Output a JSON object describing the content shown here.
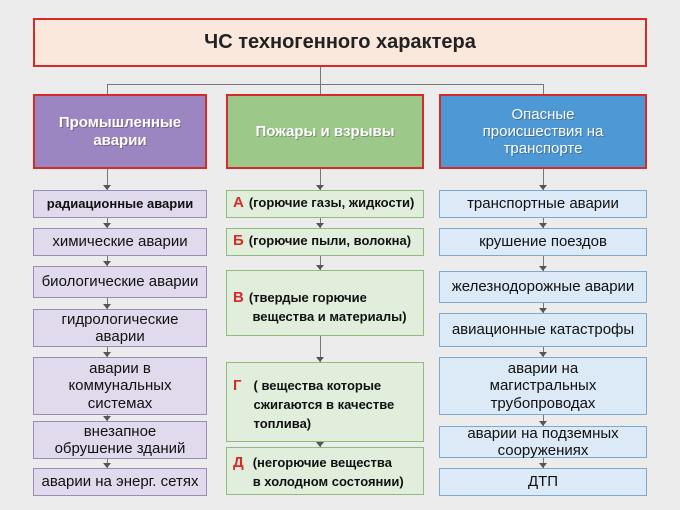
{
  "title": "ЧС техногенного характера",
  "columns": [
    {
      "heading": "Промышленные аварии",
      "items": [
        "радиационные аварии",
        "химические аварии",
        "биологические аварии",
        "гидрологические аварии",
        "аварии в коммунальных системах",
        "внезапное обрушение зданий",
        "аварии на энерг. сетях"
      ]
    },
    {
      "heading": "Пожары и взрывы",
      "items": [
        {
          "letter": "А",
          "text": "(горючие газы, жидкости)"
        },
        {
          "letter": "Б",
          "text": "(горючие пыли, волокна)"
        },
        {
          "letter": "В",
          "text": "(твердые горючие\n вещества и материалы)"
        },
        {
          "letter": "Г",
          "text": "( вещества которые\nсжигаются в качестве\nтоплива)"
        },
        {
          "letter": "Д",
          "text": "(негорючие вещества\nв холодном состоянии)"
        }
      ]
    },
    {
      "heading": "Опасные происшествия на транспорте",
      "items": [
        "транспортные аварии",
        "крушение поездов",
        "железнодорожные аварии",
        "авиационные катастрофы",
        "аварии на магистральных трубопроводах",
        "аварии на подземных сооружениях",
        "ДТП"
      ]
    }
  ]
}
